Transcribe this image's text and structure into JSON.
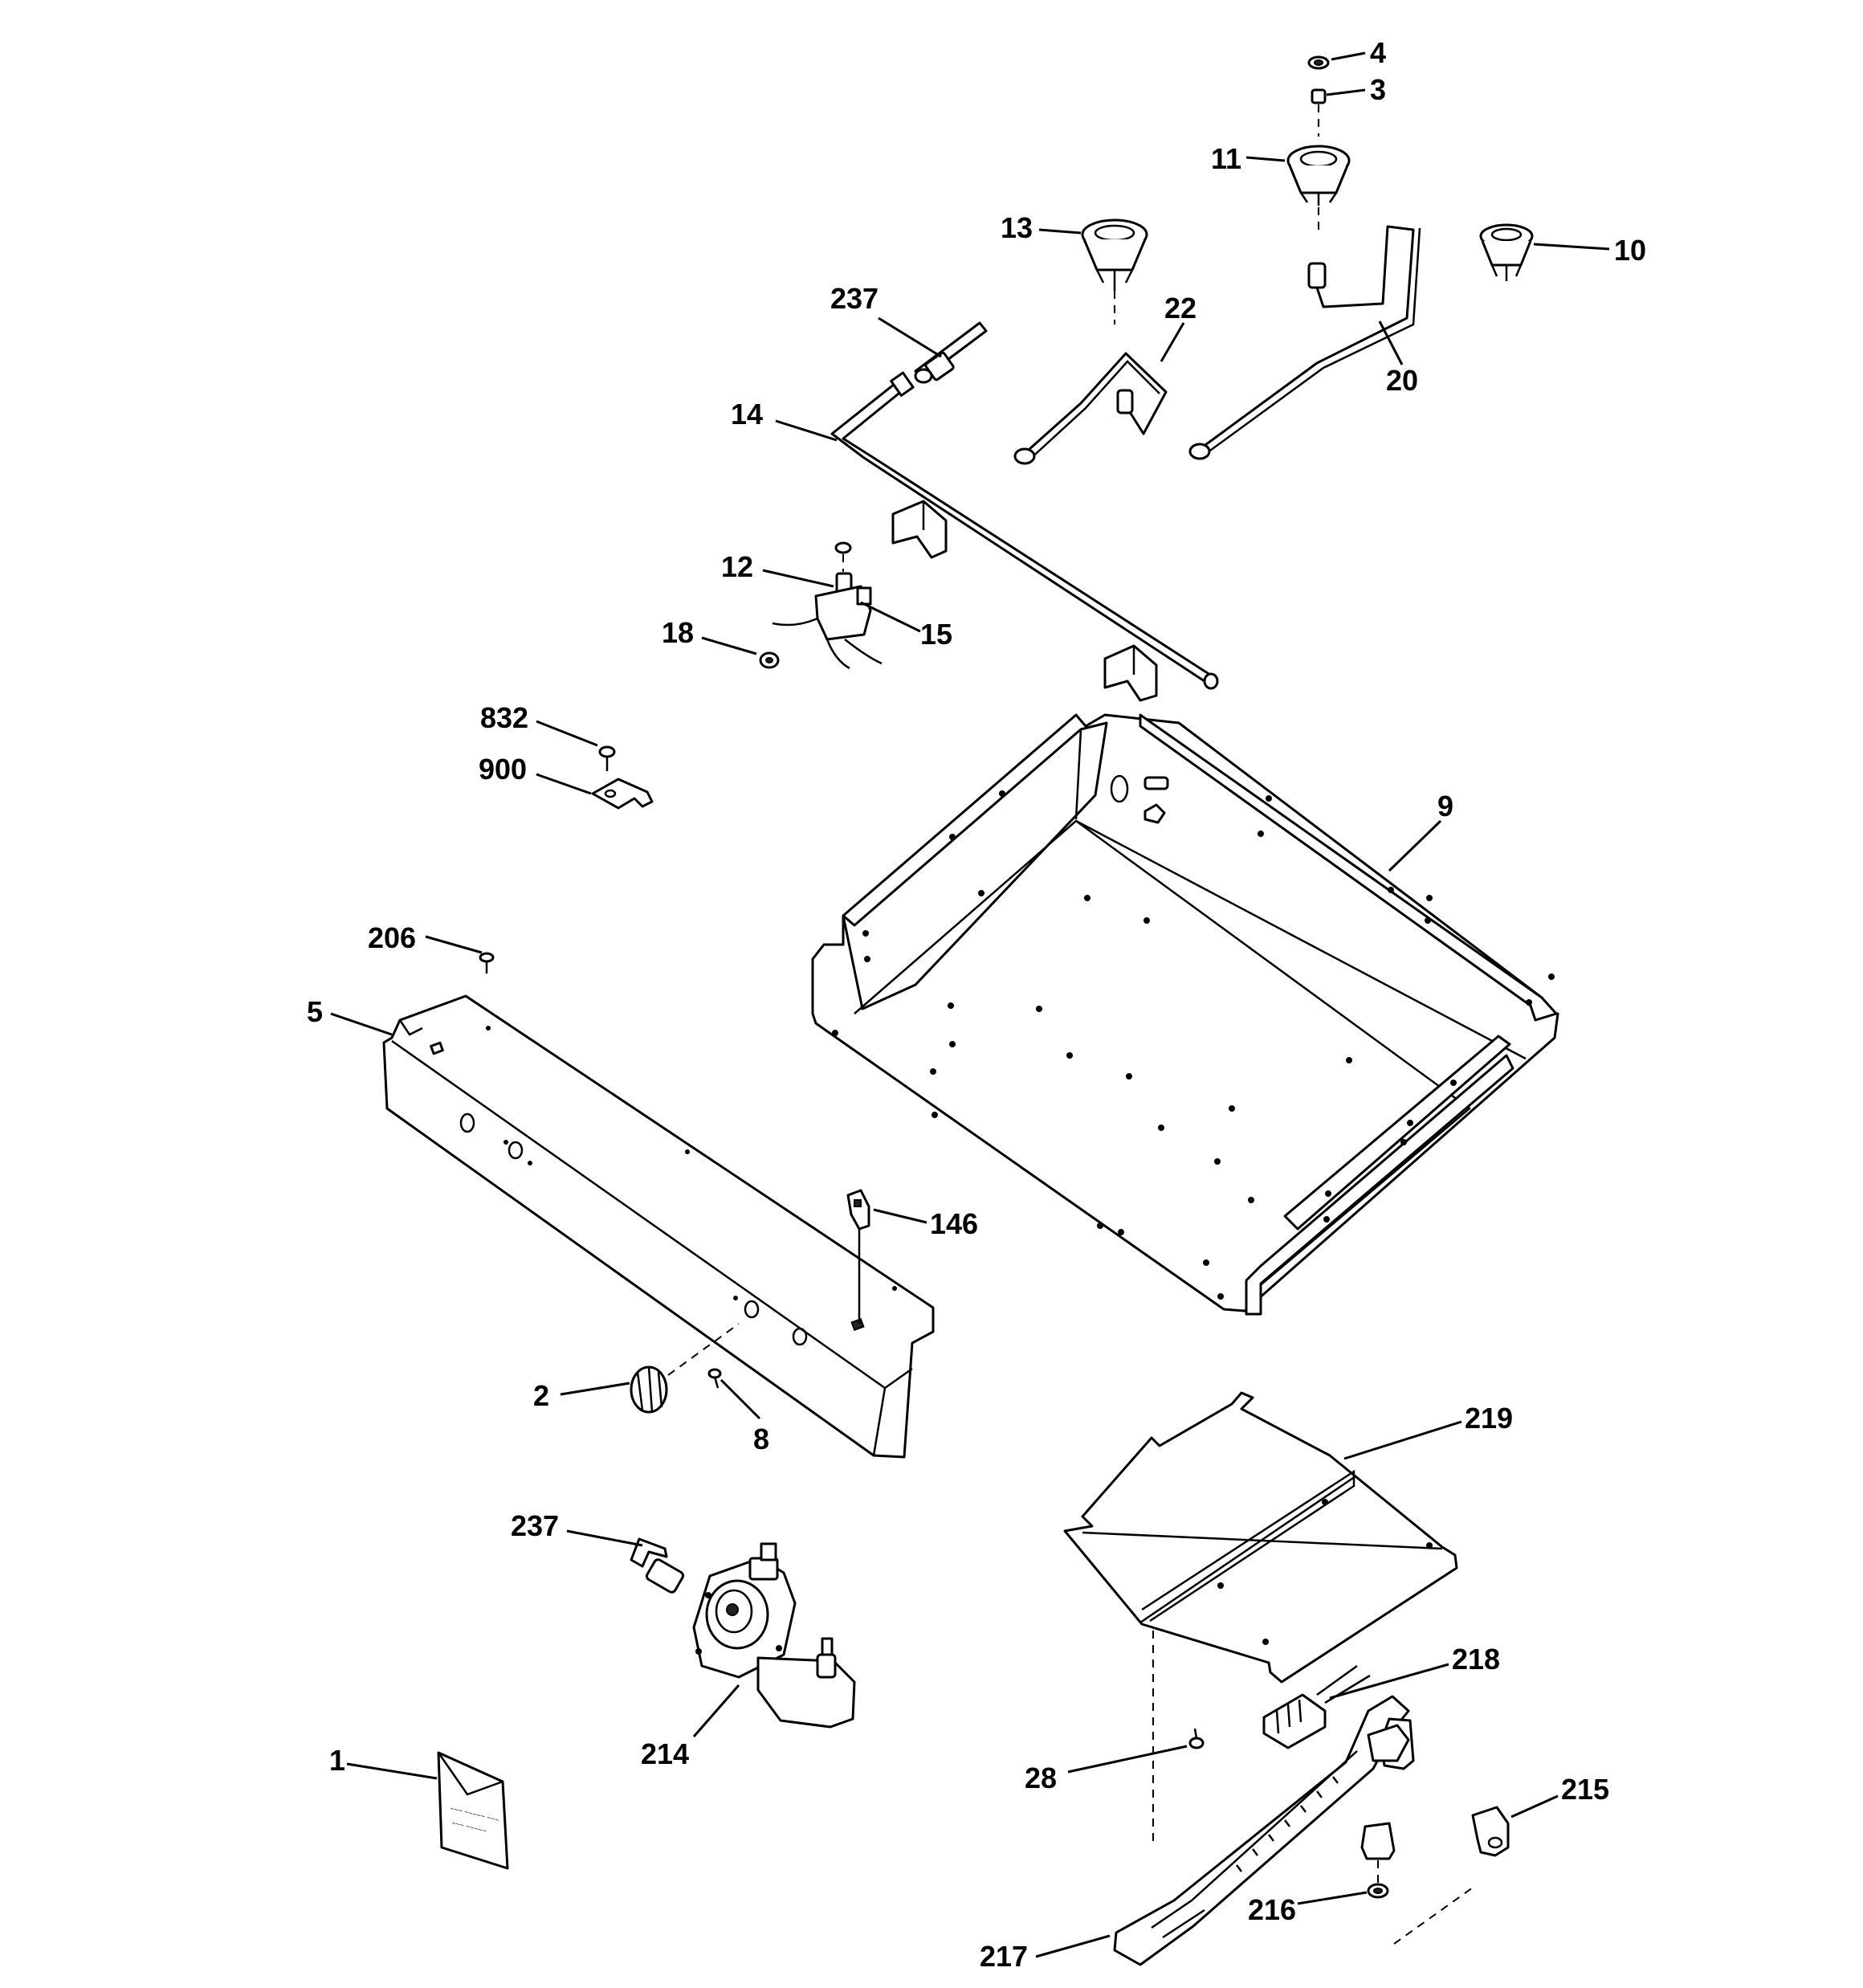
{
  "callouts": {
    "c4": "4",
    "c3": "3",
    "c11": "11",
    "c13": "13",
    "c10": "10",
    "c237a": "237",
    "c22": "22",
    "c20": "20",
    "c14": "14",
    "c12": "12",
    "c15": "15",
    "c18": "18",
    "c832": "832",
    "c900": "900",
    "c9": "9",
    "c206": "206",
    "c5": "5",
    "c146": "146",
    "c2": "2",
    "c8": "8",
    "c237b": "237",
    "c214": "214",
    "c219": "219",
    "c218": "218",
    "c1": "1",
    "c28": "28",
    "c215": "215",
    "c216": "216",
    "c217": "217"
  },
  "icons": {
    "burner_head": "burner-head-icon",
    "manifold": "gas-manifold-pipe-icon",
    "valve": "gas-valve-icon",
    "literature": "literature-envelope-icon"
  },
  "colors": {
    "line": "#000000",
    "background": "#ffffff"
  }
}
